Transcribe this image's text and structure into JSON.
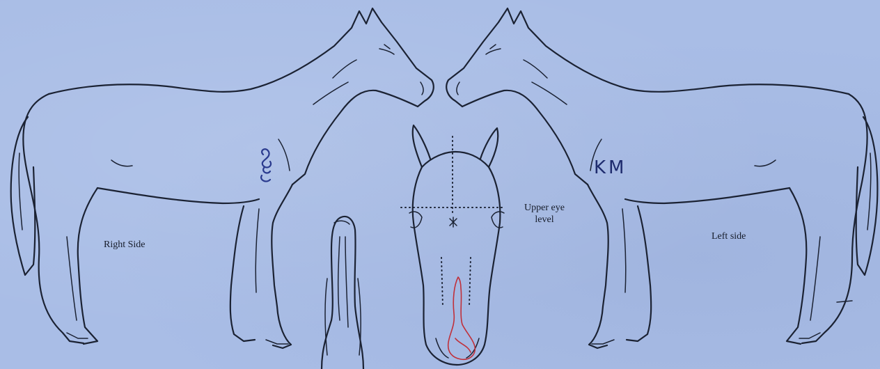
{
  "labels": {
    "right_side": "Right Side",
    "left_side": "Left side",
    "upper_eye_line1": "Upper eye",
    "upper_eye_line2": "level"
  },
  "annotations": {
    "initials": "KM"
  },
  "colors": {
    "paper": "#a9bde6",
    "ink": "#1b2233",
    "blue_pen": "#2a3a8e",
    "red_pen": "#c0303a"
  }
}
